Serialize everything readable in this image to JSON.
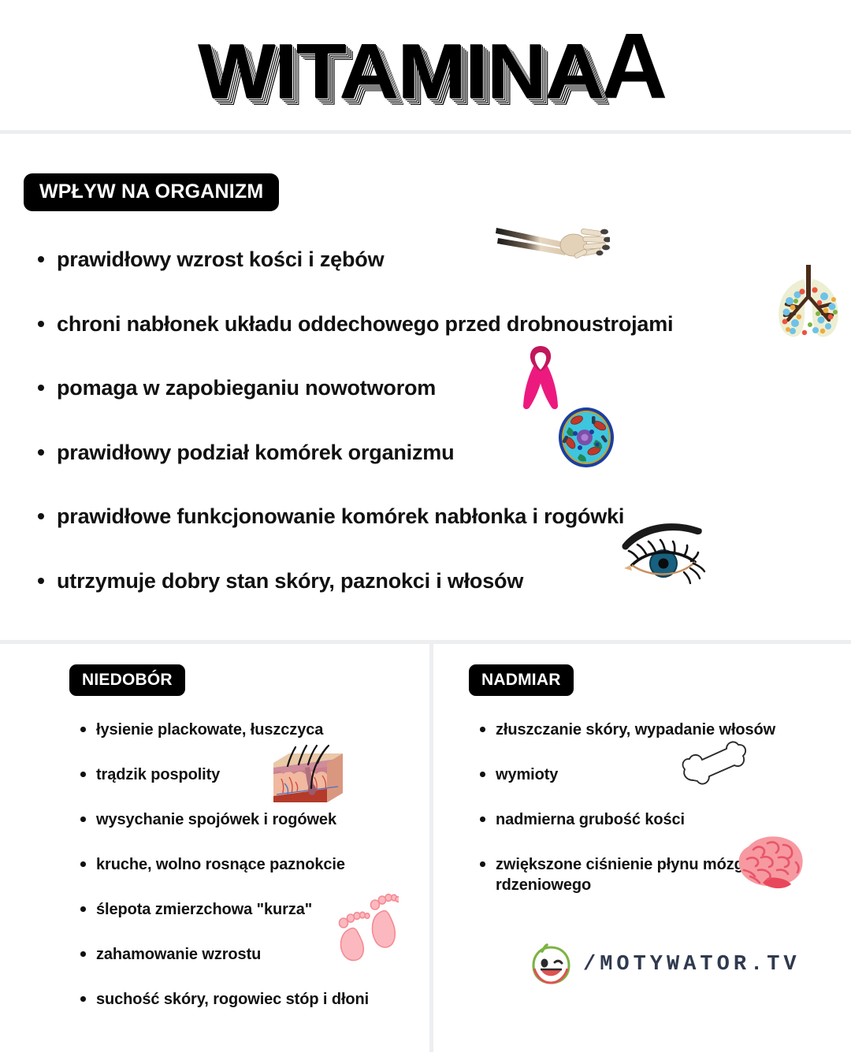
{
  "title": {
    "main": "WITAMINA",
    "letter": "A"
  },
  "main_section": {
    "heading": "WPŁYW NA ORGANIZM",
    "bullets": [
      "prawidłowy wzrost kości i zębów",
      "chroni nabłonek układu oddechowego przed drobnoustrojami",
      "pomaga w zapobieganiu nowotworom",
      "prawidłowy podział komórek organizmu",
      "prawidłowe funkcjonowanie komórek nabłonka i rogówki",
      "utrzymuje dobry stan skóry, paznokci i włosów"
    ]
  },
  "deficiency": {
    "heading": "NIEDOBÓR",
    "bullets": [
      "łysienie plackowate, łuszczyca",
      "trądzik pospolity",
      "wysychanie spojówek i rogówek",
      "kruche, wolno rosnące paznokcie",
      "ślepota zmierzchowa \"kurza\"",
      "zahamowanie wzrostu",
      "suchość skóry, rogowiec stóp i dłoni"
    ]
  },
  "excess": {
    "heading": "NADMIAR",
    "bullets": [
      "złuszczanie skóry, wypadanie włosów",
      "wymioty",
      "nadmierna grubość kości",
      "zwiększone ciśnienie płynu mózgowo- rdzeniowego"
    ]
  },
  "footer": {
    "logo_text": "/MOTYWATOR.TV"
  },
  "illustrations": [
    "hand-bones-icon",
    "lungs-tree-icon",
    "pink-ribbon-icon",
    "animal-cell-icon",
    "eye-icon",
    "skin-cross-section-icon",
    "footprints-icon",
    "bone-icon",
    "brain-icon",
    "smiley-logo-icon"
  ],
  "colors": {
    "background": "#ffffff",
    "text": "#111111",
    "pill_background": "#000000",
    "pill_text": "#ffffff",
    "divider": "#eceef0",
    "ribbon_pink": "#ec1a7e",
    "brain_pink": "#f799a0",
    "footprint_pink": "#fbb9bf",
    "logo_navy": "#303a4f"
  }
}
